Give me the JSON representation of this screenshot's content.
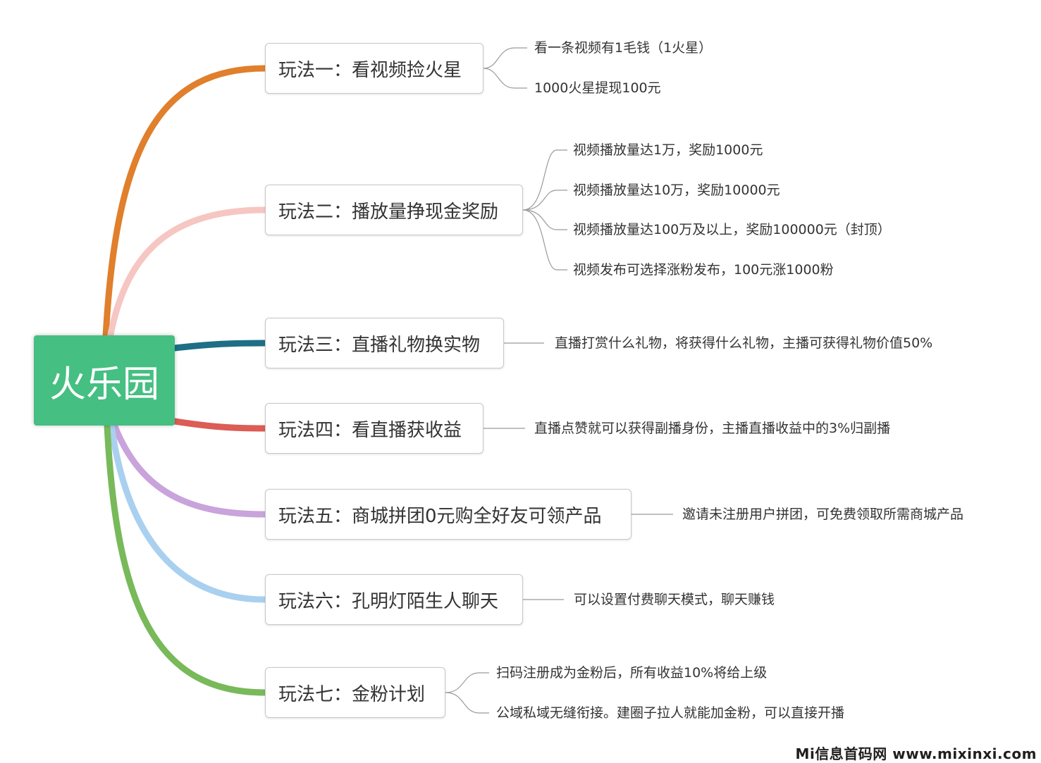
{
  "root": {
    "label": "火乐园",
    "color": "#45bf82"
  },
  "branches": [
    {
      "id": "b1",
      "label": "玩法一：看视频捡火星",
      "color": "#e07f2c",
      "leaves": [
        "看一条视频有1毛钱（1火星）",
        "1000火星提现100元"
      ]
    },
    {
      "id": "b2",
      "label": "玩法二：播放量挣现金奖励",
      "color": "#f6c6c2",
      "leaves": [
        "视频播放量达1万，奖励1000元",
        "视频播放量达10万，奖励10000元",
        "视频播放量达100万及以上，奖励100000元（封顶）",
        "视频发布可选择涨粉发布，100元涨1000粉"
      ]
    },
    {
      "id": "b3",
      "label": "玩法三：直播礼物换实物",
      "color": "#1e6e86",
      "leaves": [
        "直播打赏什么礼物，将获得什么礼物，主播可获得礼物价值50%"
      ]
    },
    {
      "id": "b4",
      "label": "玩法四：看直播获收益",
      "color": "#dc5c56",
      "leaves": [
        "直播点赞就可以获得副播身份，主播直播收益中的3%归副播"
      ]
    },
    {
      "id": "b5",
      "label": "玩法五：商城拼团0元购全好友可领产品",
      "color": "#c9a3dc",
      "leaves": [
        "邀请未注册用户拼团，可免费领取所需商城产品"
      ]
    },
    {
      "id": "b6",
      "label": "玩法六：孔明灯陌生人聊天",
      "color": "#a9d0ef",
      "leaves": [
        "可以设置付费聊天模式，聊天赚钱"
      ]
    },
    {
      "id": "b7",
      "label": "玩法七：金粉计划",
      "color": "#78b95a",
      "leaves": [
        "扫码注册成为金粉后，所有收益10%将给上级",
        "公域私域无缝衔接。建圈子拉人就能加金粉，可以直接开播"
      ]
    }
  ],
  "watermark": "Mi信息首码网 www.mixinxi.com"
}
